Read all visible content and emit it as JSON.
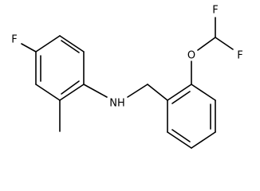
{
  "molecule": {
    "atoms": {
      "fluoro_aryl": "F",
      "amine": "NH",
      "ether_oxygen": "O",
      "difluoro_f1": "F",
      "difluoro_f2": "F"
    }
  }
}
